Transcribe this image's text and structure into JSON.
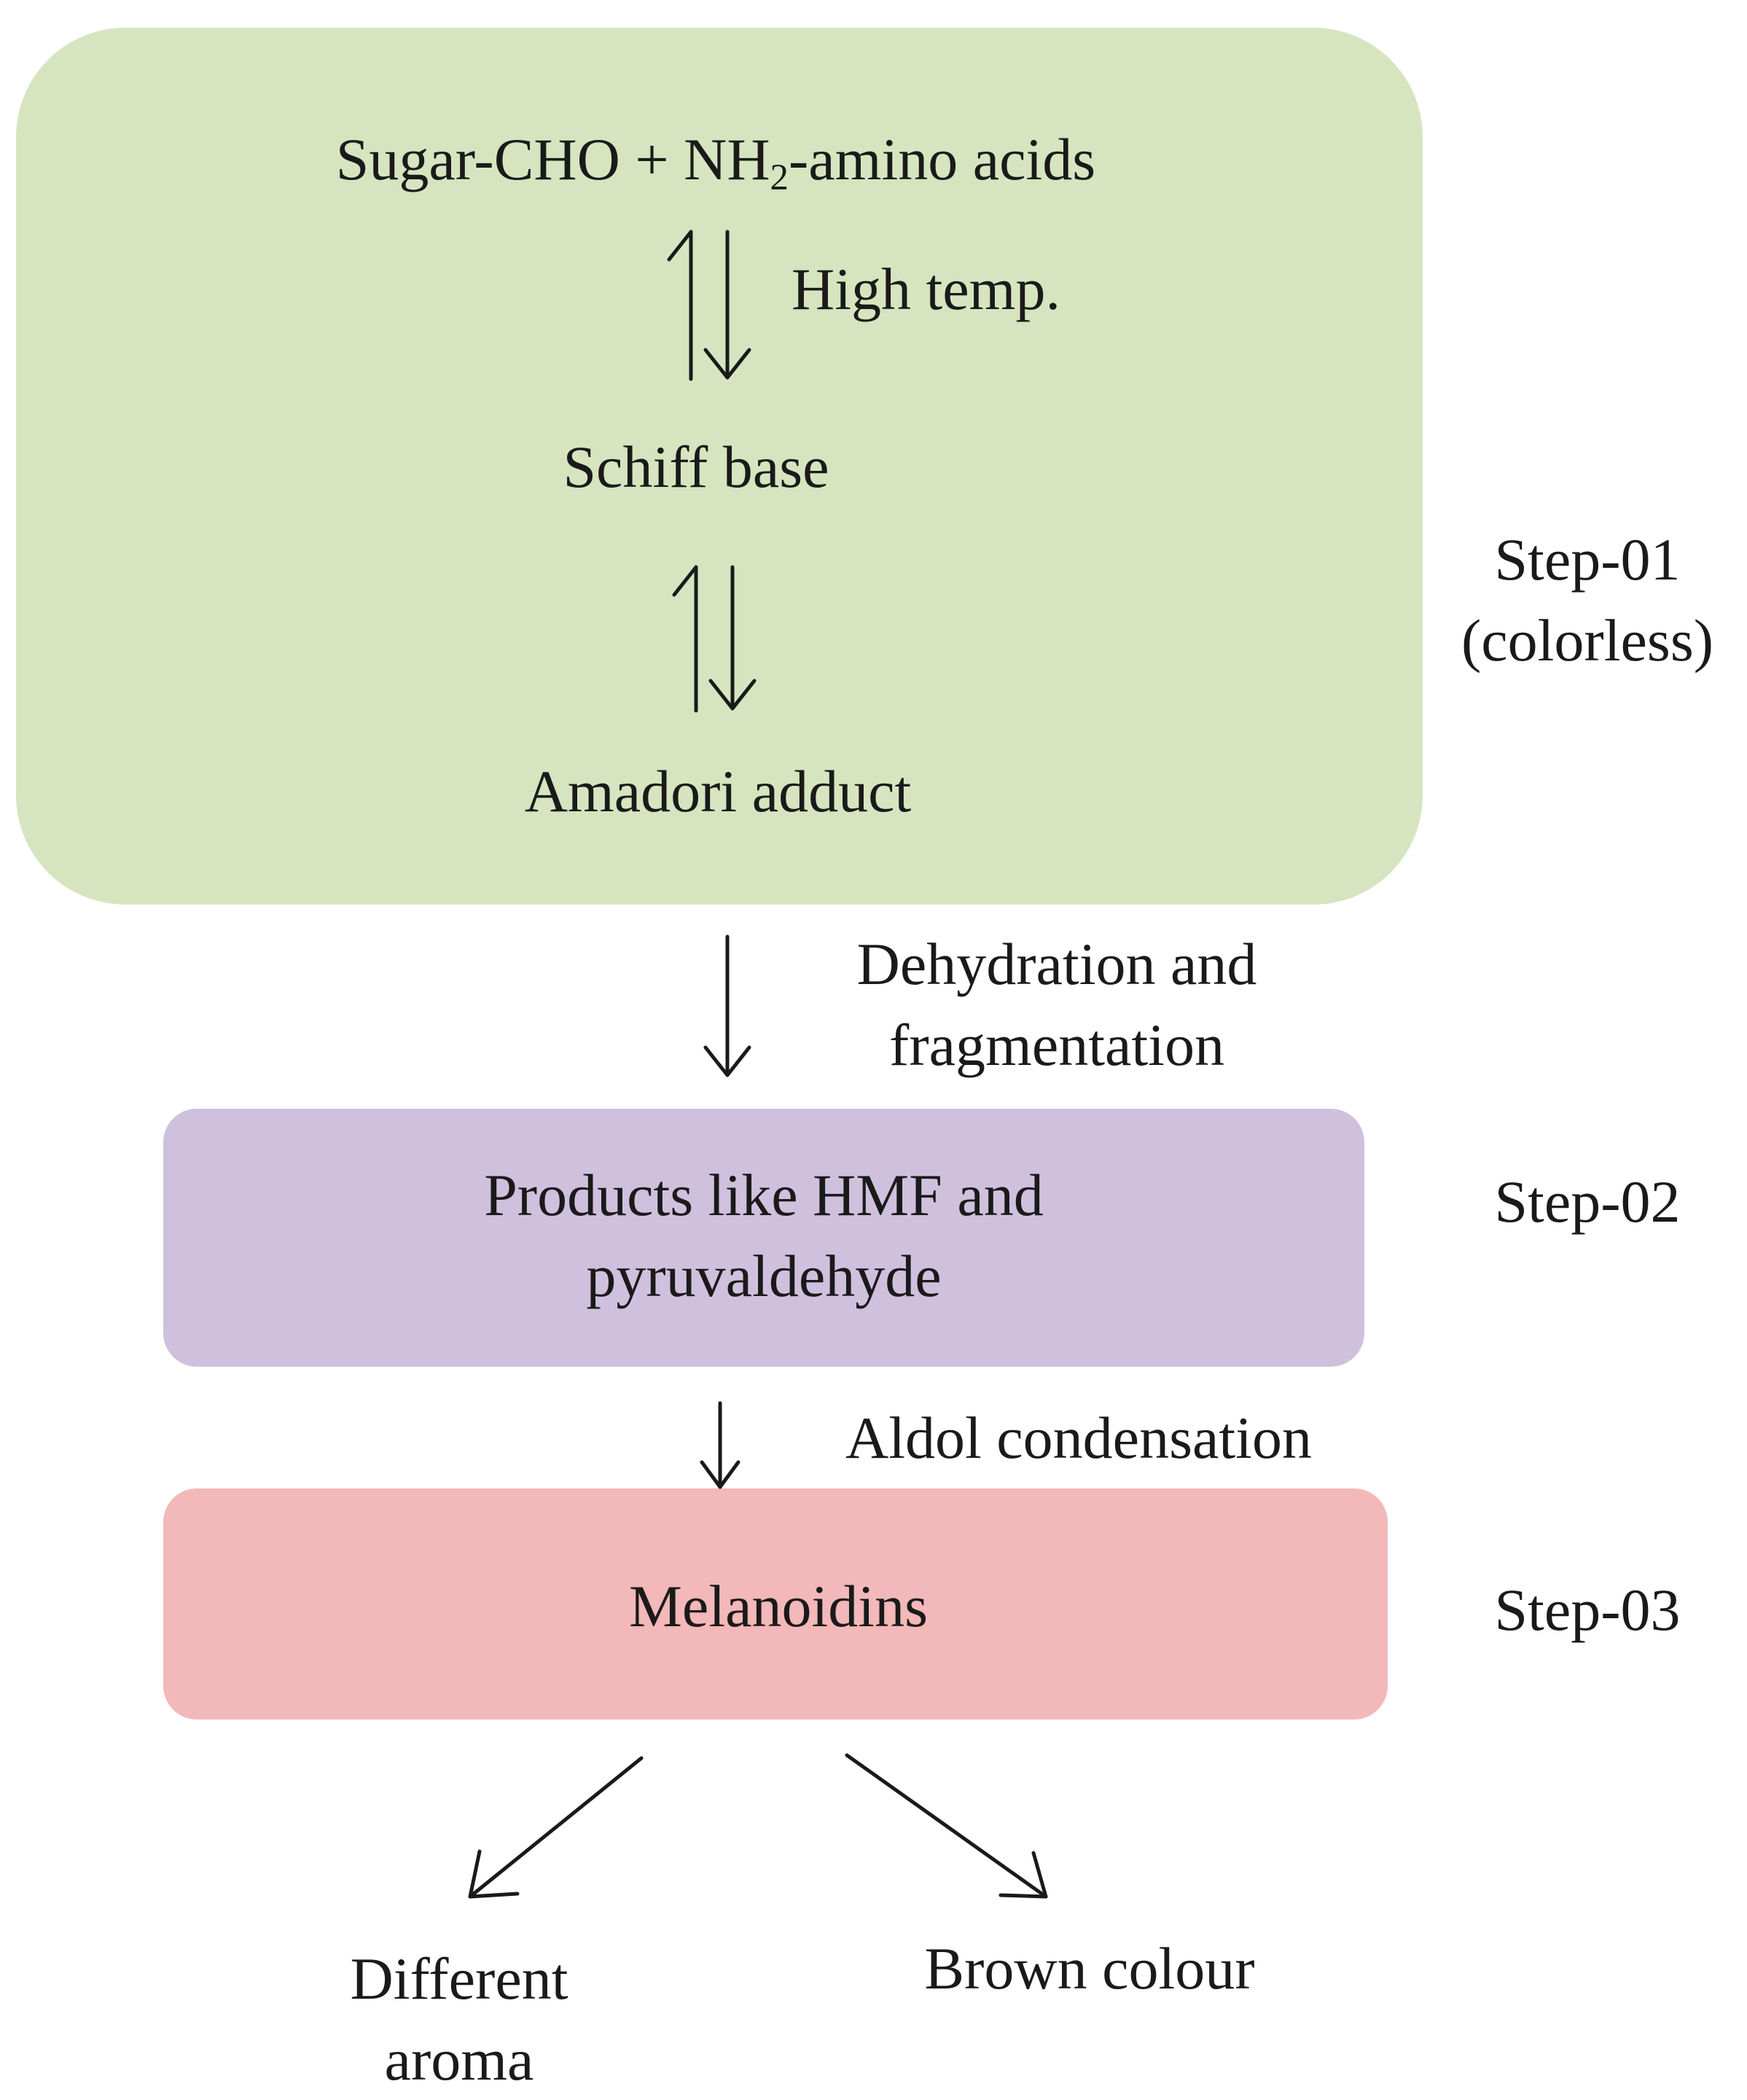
{
  "colors": {
    "step1_fill": "#d6e5bf",
    "step2_fill": "#cfc1de",
    "step3_fill": "#f3b8b9",
    "arrow": "#1a1a1a"
  },
  "step1": {
    "reactants_prefix": "Sugar-CHO + NH",
    "reactants_subscript": "2",
    "reactants_suffix": "-amino acids",
    "condition": "High temp.",
    "intermediate": "Schiff base",
    "product": "Amadori adduct",
    "label_line1": "Step-01",
    "label_line2": "(colorless)"
  },
  "transition1": {
    "line1": "Dehydration and",
    "line2": "fragmentation"
  },
  "step2": {
    "text_line1": "Products like HMF and",
    "text_line2": "pyruvaldehyde",
    "label": "Step-02"
  },
  "transition2": {
    "label": "Aldol condensation"
  },
  "step3": {
    "text": "Melanoidins",
    "label": "Step-03"
  },
  "outcomes": {
    "left_line1": "Different",
    "left_line2": "aroma",
    "right": "Brown colour"
  }
}
